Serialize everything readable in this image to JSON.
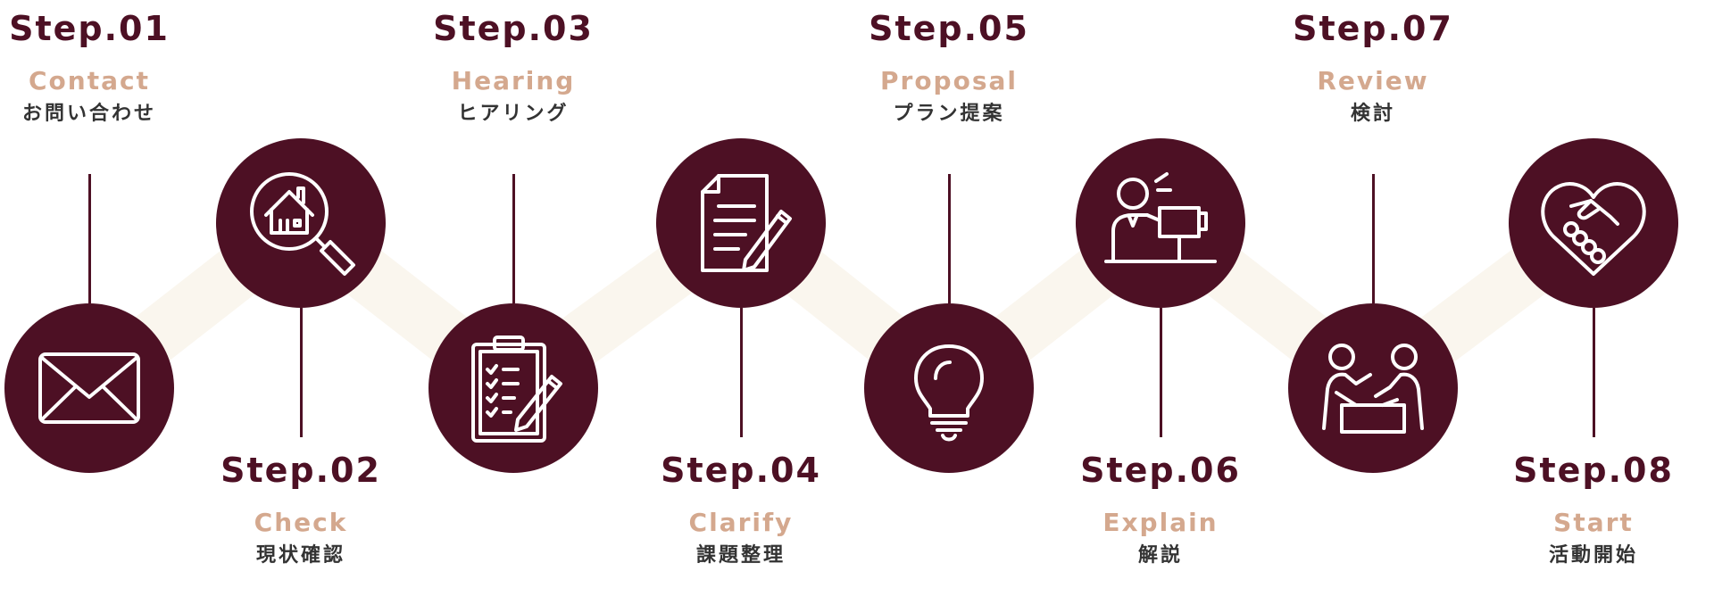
{
  "colors": {
    "circle": "#4d1024",
    "connector": "#4d1024",
    "zigzag": "#faf6ee",
    "title": "#4d1024",
    "english": "#d4a88e",
    "japanese": "#333333"
  },
  "steps": [
    {
      "title": "Step.01",
      "en": "Contact",
      "ja": "お問い合わせ",
      "icon": "envelope-icon"
    },
    {
      "title": "Step.02",
      "en": "Check",
      "ja": "現状確認",
      "icon": "house-search-icon"
    },
    {
      "title": "Step.03",
      "en": "Hearing",
      "ja": "ヒアリング",
      "icon": "clipboard-checklist-icon"
    },
    {
      "title": "Step.04",
      "en": "Clarify",
      "ja": "課題整理",
      "icon": "document-pen-icon"
    },
    {
      "title": "Step.05",
      "en": "Proposal",
      "ja": "プラン提案",
      "icon": "lightbulb-icon"
    },
    {
      "title": "Step.06",
      "en": "Explain",
      "ja": "解説",
      "icon": "presenter-icon"
    },
    {
      "title": "Step.07",
      "en": "Review",
      "ja": "検討",
      "icon": "meeting-icon"
    },
    {
      "title": "Step.08",
      "en": "Start",
      "ja": "活動開始",
      "icon": "handshake-heart-icon"
    }
  ]
}
